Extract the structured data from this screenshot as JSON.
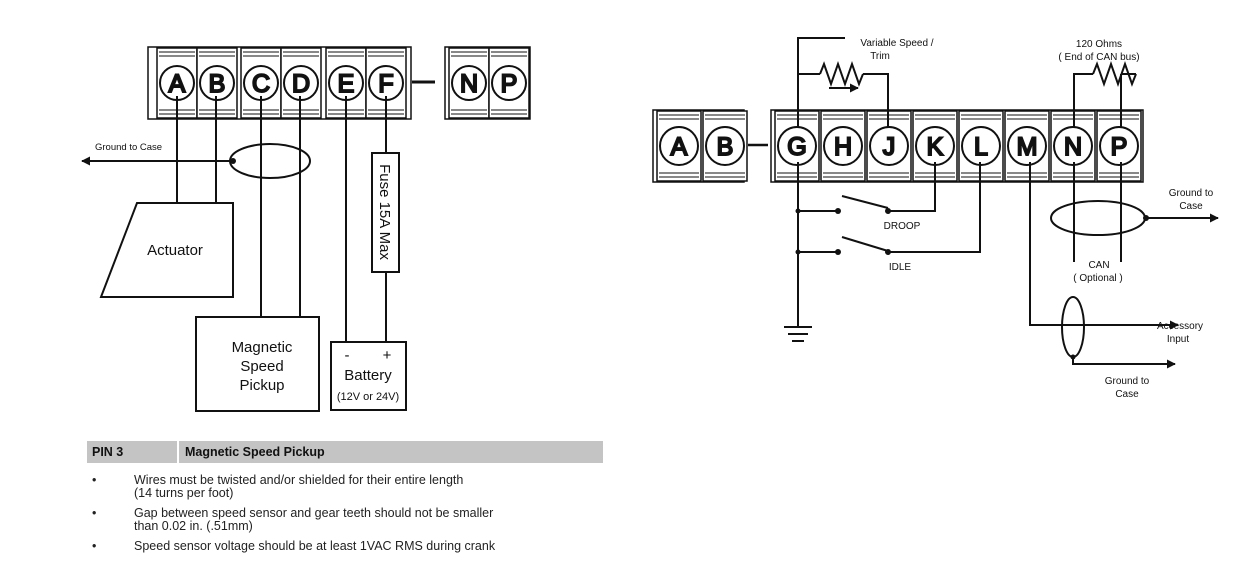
{
  "left_block": {
    "terminals": [
      "A",
      "B",
      "C",
      "D",
      "E",
      "F",
      "N",
      "P"
    ],
    "ground_label": "Ground to Case",
    "actuator_label": "Actuator",
    "pickup_label": [
      "Magnetic",
      "Speed",
      "Pickup"
    ],
    "fuse_label": "Fuse 15A Max",
    "battery_minus": "-",
    "battery_plus": "+",
    "battery_label": "Battery",
    "battery_voltage": "(12V or 24V)"
  },
  "right_block": {
    "terminals": [
      "A",
      "B",
      "G",
      "H",
      "J",
      "K",
      "L",
      "M",
      "N",
      "P"
    ],
    "variable_speed_label": [
      "Variable Speed /",
      "Trim"
    ],
    "ohms_label": [
      "120 Ohms",
      "( End of CAN bus)"
    ],
    "ground_label_top": [
      "Ground to",
      "Case"
    ],
    "droop_label": "DROOP",
    "idle_label": "IDLE",
    "can_label": [
      "CAN",
      "( Optional )"
    ],
    "accessory_label": [
      "Accessory",
      "Input"
    ],
    "ground_label_bottom": [
      "Ground to",
      "Case"
    ]
  },
  "pin_section": {
    "pin_id": "PIN 3",
    "title": "Magnetic Speed Pickup",
    "bullet_char": "•",
    "notes": [
      "Wires must be twisted and/or shielded for their entire length\n (14 turns per foot)",
      "Gap between speed sensor and gear teeth should not be smaller\n than 0.02 in. (.51mm)",
      "Speed sensor voltage should be at least 1VAC RMS during crank"
    ]
  }
}
